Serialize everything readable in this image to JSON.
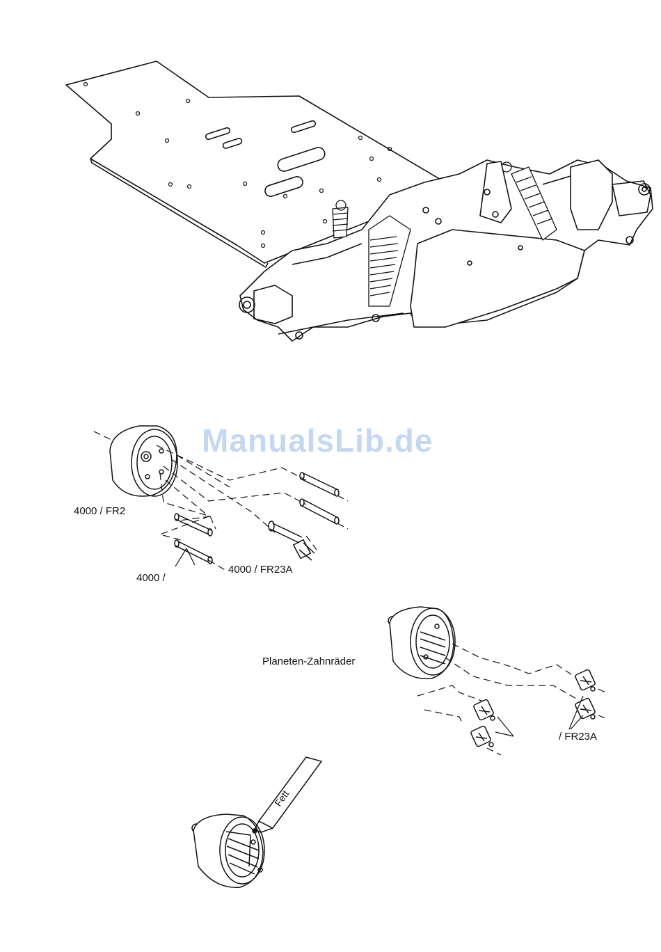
{
  "watermark": "ManualsLib.de",
  "figure2": {
    "label_housing": "4000 / FR2",
    "label_pins": "4000 /",
    "label_shaft": "4000  /  FR23A"
  },
  "figure3": {
    "caption": "Planeten-Zahnräder",
    "label_gears": "/ FR23A"
  },
  "figure4": {
    "tube_text": "Fett"
  }
}
